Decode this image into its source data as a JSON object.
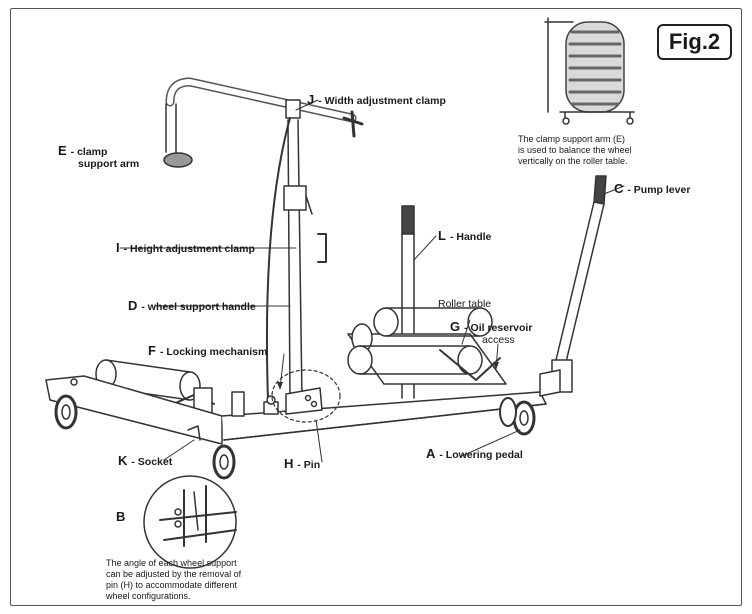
{
  "figure_label": "Fig.2",
  "labels": {
    "J": {
      "key": "J",
      "text": "- Width adjustment clamp"
    },
    "E": {
      "key": "E",
      "text": "- clamp",
      "text2": "support arm"
    },
    "I": {
      "key": "I",
      "text": "- Height adjustment clamp"
    },
    "D": {
      "key": "D",
      "text": "- wheel support handle"
    },
    "F": {
      "key": "F",
      "text": "- Locking mechanism"
    },
    "K": {
      "key": "K",
      "text": "- Socket"
    },
    "H": {
      "key": "H",
      "text": "- Pin"
    },
    "A": {
      "key": "A",
      "text": "- Lowering pedal"
    },
    "L": {
      "key": "L",
      "text": "- Handle"
    },
    "C": {
      "key": "C",
      "text": "- Pump lever"
    },
    "roller": {
      "text": "Roller table"
    },
    "G": {
      "key": "G",
      "text": "- Oil reservoir",
      "text2": "access"
    },
    "B": {
      "key": "B"
    }
  },
  "notes": {
    "clamp_arm": "The clamp support arm (E)\nis used to balance the wheel\nvertically on the roller table.",
    "angle": "The angle of each wheel support\ncan be adjusted by the removal of\npin (H) to accommodate different\nwheel configurations."
  }
}
